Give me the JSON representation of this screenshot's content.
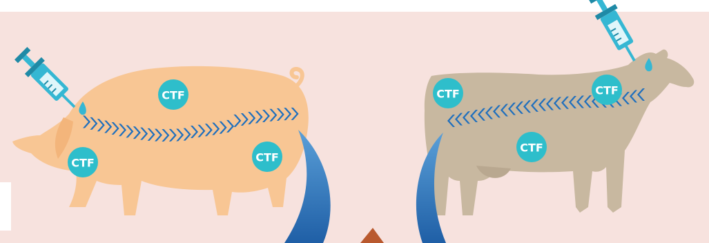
{
  "colors": {
    "background": "#f7e2de",
    "pig_body": "#f8c694",
    "cow_body": "#c8b8a0",
    "badge": "#2ebecb",
    "chevron": "#1f6fbd",
    "arrow_blue": "#2f7cc0",
    "arrow_copper": "#b9592e",
    "syringe": "#35b7d3",
    "syringe_dark": "#1f8aa6"
  },
  "icons": [
    "syringe-icon",
    "droplet-icon"
  ],
  "pig": {
    "badges": [
      {
        "label": "CTF"
      },
      {
        "label": "CTF"
      },
      {
        "label": "CTF"
      }
    ]
  },
  "cow": {
    "badges": [
      {
        "label": "CTF"
      },
      {
        "label": "CTF"
      },
      {
        "label": "CTF"
      }
    ]
  }
}
